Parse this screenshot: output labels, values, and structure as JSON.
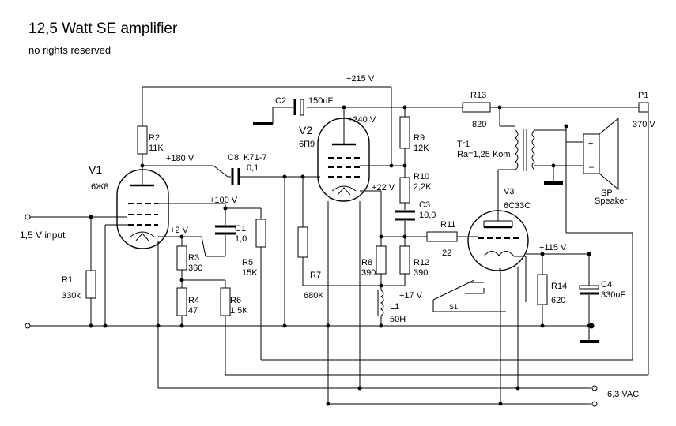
{
  "title": "12,5 Watt SE amplifier",
  "subtitle": "no rights reserved",
  "nodes": {
    "v215": "+215 V",
    "v340": "+340 V",
    "v180": "+180 V",
    "v100": "+100 V",
    "v2": "+2 V",
    "v22": "+22 V",
    "v17": "+17 V",
    "v115": "+115 V"
  },
  "tubes": {
    "v1_ref": "V1",
    "v1_type": "6Ж8",
    "v2_ref": "V2",
    "v2_type": "6П9",
    "v3_ref": "V3",
    "v3_type": "6C33C"
  },
  "components": {
    "r1_ref": "R1",
    "r1_val": "330k",
    "r2_ref": "R2",
    "r2_val": "11K",
    "r3_ref": "R3",
    "r3_val": "360",
    "r4_ref": "R4",
    "r4_val": "47",
    "r5_ref": "R5",
    "r5_val": "15K",
    "r6_ref": "R6",
    "r6_val": "1,5K",
    "r7_ref": "R7",
    "r7_val": "680K",
    "r8_ref": "R8",
    "r8_val": "390",
    "r9_ref": "R9",
    "r9_val": "12K",
    "r10_ref": "R10",
    "r10_val": "2,2K",
    "r11_ref": "R11",
    "r11_val": "22",
    "r12_ref": "R12",
    "r12_val": "390",
    "r13_ref": "R13",
    "r13_val": "820",
    "r14_ref": "R14",
    "r14_val": "620",
    "c1_ref": "C1",
    "c1_val": "1,0",
    "c2_ref": "C2",
    "c2_val": "150uF",
    "c3_ref": "C3",
    "c3_val": "10,0",
    "c4_ref": "C4",
    "c4_val": "330uF",
    "c8_ref": "C8, K71-7",
    "c8_val": "0,1",
    "l1_ref": "L1",
    "l1_val": "50H",
    "tr1_ref": "Tr1",
    "tr1_val": "Ra=1,25 Kom",
    "s1_ref": "S1",
    "p1_ref": "P1",
    "p1_val": "370 V",
    "sp_ref": "SP",
    "sp_val": "Speaker"
  },
  "io": {
    "input_label": "1,5 V input",
    "heater_label": "6,3 VAC"
  }
}
